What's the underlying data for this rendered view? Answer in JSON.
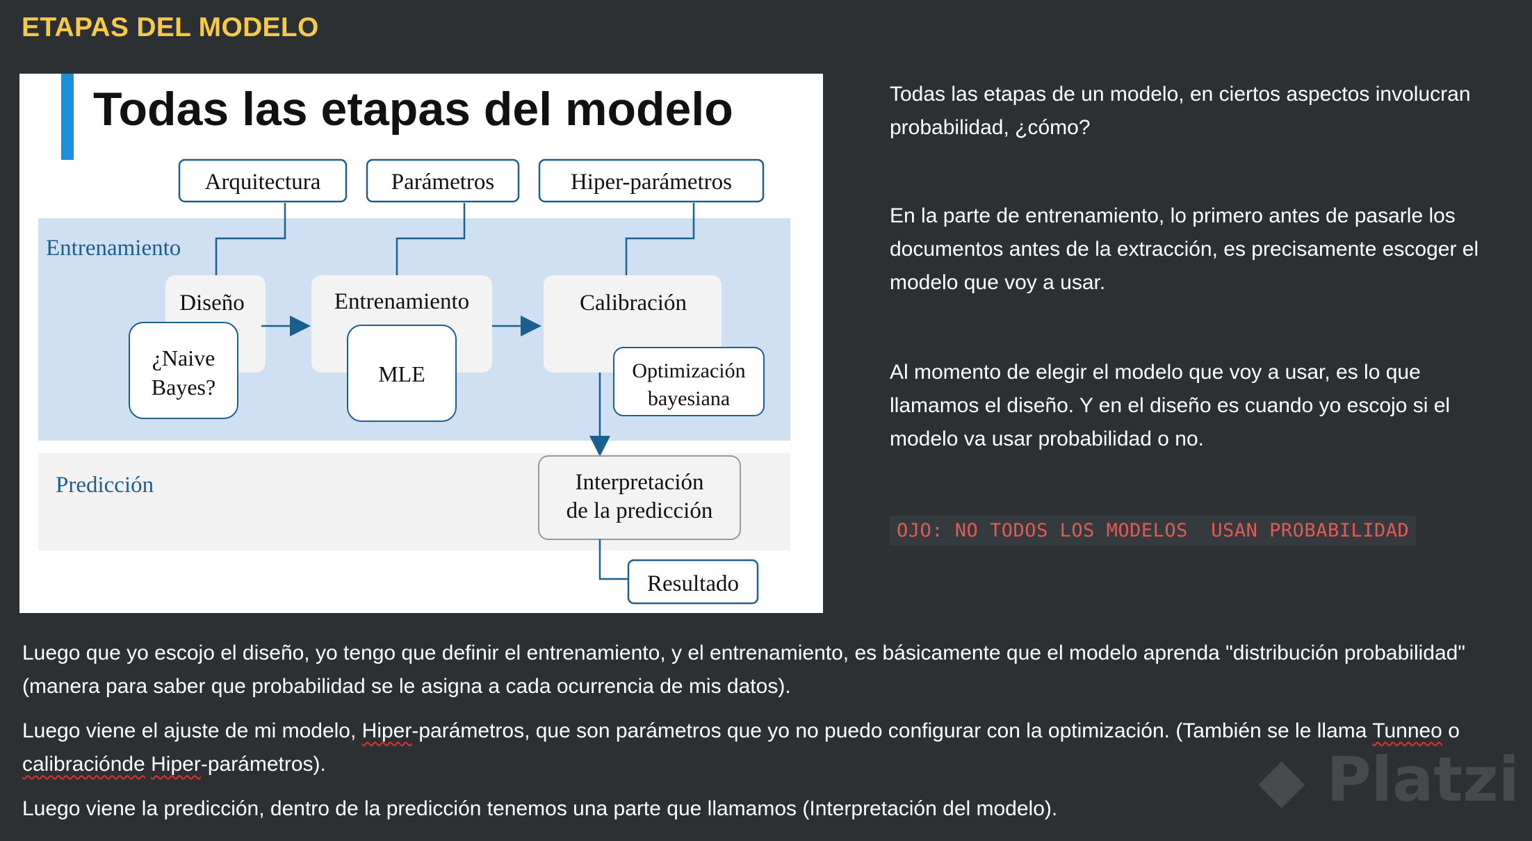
{
  "heading": "ETAPAS DEL MODELO",
  "slide": {
    "title": "Todas las etapas del modelo",
    "top_boxes": [
      "Arquitectura",
      "Parámetros",
      "Hiper-parámetros"
    ],
    "section_training": "Entrenamiento",
    "section_prediction": "Predicción",
    "stages": [
      "Diseño",
      "Entrenamiento",
      "Calibración"
    ],
    "naive_line1": "¿Naive",
    "naive_line2": "Bayes?",
    "mle": "MLE",
    "opt_line1": "Optimización",
    "opt_line2": "bayesiana",
    "interp_line1": "Interpretación",
    "interp_line2": "de la predicción",
    "result": "Resultado",
    "accent_color": "#1e8fd6",
    "band_color": "#cfe0f2"
  },
  "side": {
    "p1": "Todas las etapas de un modelo, en ciertos aspectos involucran probabilidad, ¿cómo?",
    "p2": "En la parte de entrenamiento, lo primero antes de pasarle los documentos antes de la extracción, es precisamente escoger el modelo que voy a usar.",
    "p3": "Al momento de elegir el modelo que voy a usar, es lo que llamamos el diseño. Y en el diseño es cuando yo escojo si el modelo va usar probabilidad o no.",
    "code": "OJO: NO TODOS LOS MODELOS  USAN PROBABILIDAD"
  },
  "body": {
    "p1": "Luego que yo escojo el diseño, yo tengo que definir el entrenamiento, y el entrenamiento, es básicamente que el modelo aprenda \"distribución probabilidad\" (manera para saber que probabilidad se le asigna a cada ocurrencia de mis datos).",
    "p2_a": "Luego viene el ajuste de mi modelo, ",
    "p2_b": "Hiper",
    "p2_c": "-parámetros, que son parámetros que yo no puedo configurar con la optimización. (También se le llama ",
    "p2_d": "Tunneo",
    "p2_e": " o ",
    "p2_f": "calibracióndе",
    "p2_g": " ",
    "p2_h": "Hiper",
    "p2_i": "-parámetros).",
    "p3": "Luego viene la predicción, dentro de la predicción tenemos una parte que llamamos (Interpretación del modelo)."
  },
  "watermark": "Platzi"
}
